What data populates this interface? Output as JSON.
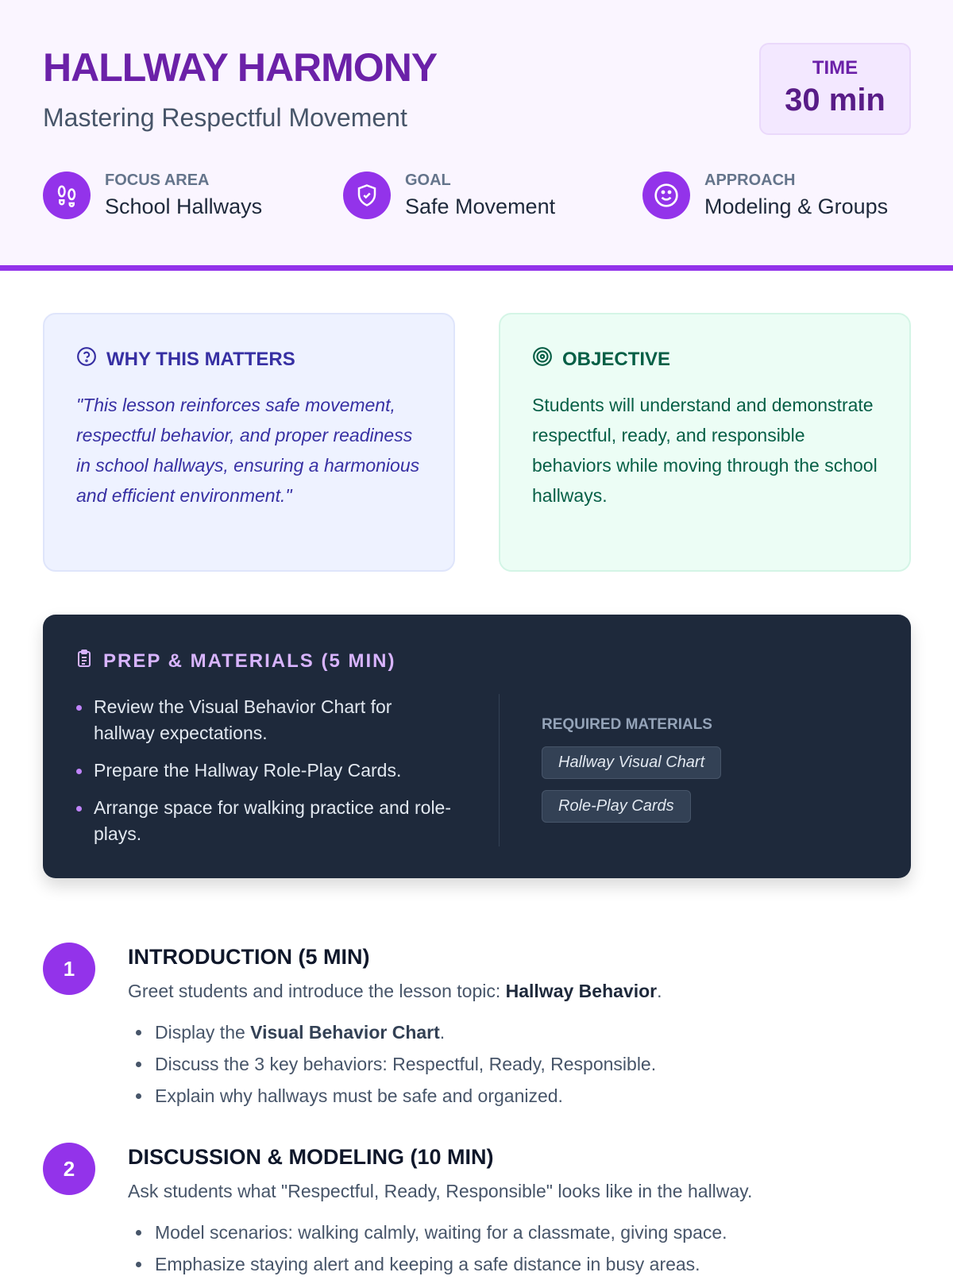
{
  "header": {
    "title": "HALLWAY HARMONY",
    "subtitle": "Mastering Respectful Movement",
    "time_label": "TIME",
    "time_value": "30 min",
    "meta": [
      {
        "icon": "footprints-icon",
        "label": "FOCUS AREA",
        "value": "School Hallways"
      },
      {
        "icon": "shield-check-icon",
        "label": "GOAL",
        "value": "Safe Movement"
      },
      {
        "icon": "smile-icon",
        "label": "APPROACH",
        "value": "Modeling & Groups"
      }
    ]
  },
  "why": {
    "title": "WHY THIS MATTERS",
    "text": "\"This lesson reinforces safe movement, respectful behavior, and proper readiness in school hallways, ensuring a harmonious and efficient environment.\""
  },
  "objective": {
    "title": "OBJECTIVE",
    "text": "Students will understand and demonstrate respectful, ready, and responsible behaviors while moving through the school hallways."
  },
  "prep": {
    "title": "PREP & MATERIALS (5 MIN)",
    "items": [
      "Review the Visual Behavior Chart for hallway expectations.",
      "Prepare the Hallway Role-Play Cards.",
      "Arrange space for walking practice and role-plays."
    ],
    "materials_label": "REQUIRED MATERIALS",
    "materials": [
      "Hallway Visual Chart",
      "Role-Play Cards"
    ]
  },
  "steps": [
    {
      "num": "1",
      "title": "INTRODUCTION (5 MIN)",
      "lead_pre": "Greet students and introduce the lesson topic: ",
      "lead_bold": "Hallway Behavior",
      "lead_post": ".",
      "items": [
        {
          "pre": "Display the ",
          "bold": "Visual Behavior Chart",
          "post": "."
        },
        {
          "pre": "Discuss the 3 key behaviors: Respectful, Ready, Responsible."
        },
        {
          "pre": "Explain why hallways must be safe and organized."
        }
      ]
    },
    {
      "num": "2",
      "title": "DISCUSSION & MODELING (10 MIN)",
      "lead_pre": "Ask students what \"Respectful, Ready, Responsible\" looks like in the hallway.",
      "items": [
        {
          "pre": "Model scenarios: walking calmly, waiting for a classmate, giving space."
        },
        {
          "pre": "Emphasize staying alert and keeping a safe distance in busy areas."
        }
      ]
    }
  ],
  "colors": {
    "accent": "#9333ea",
    "title": "#6b21a8",
    "dark": "#1e293b"
  }
}
